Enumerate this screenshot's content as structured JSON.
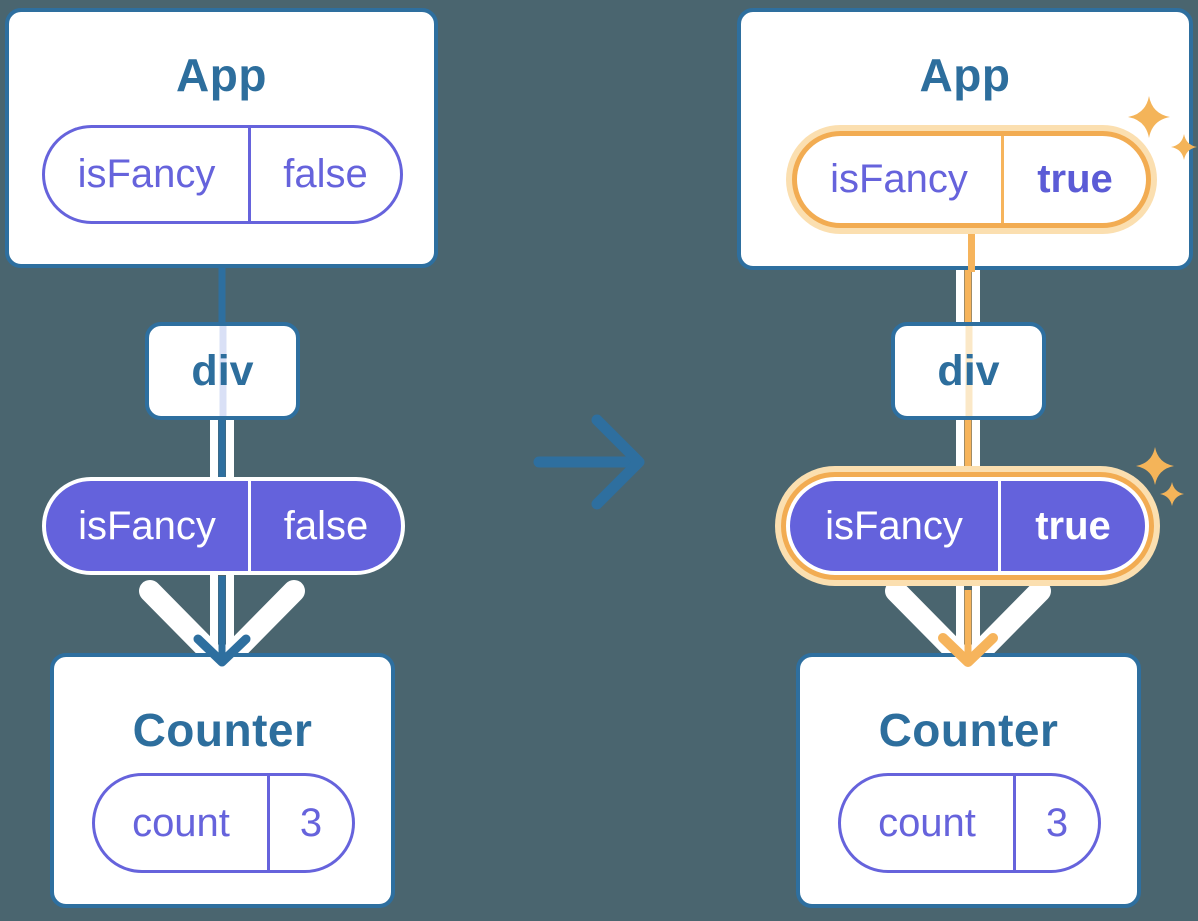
{
  "diagram": {
    "description": "React state tree before and after isFancy toggles",
    "background_color": "#4A656F",
    "colors": {
      "card_border_blue": "#2E6F9F",
      "title_blue": "#2D6E9D",
      "purple": "#6663DC",
      "purple_fill": "#6462DC",
      "orange_highlight": "#F6B45C",
      "orange_glow": "#FBDFB0"
    },
    "before": {
      "app": {
        "title": "App",
        "state_key": "isFancy",
        "state_value": "false"
      },
      "middle": {
        "label": "div"
      },
      "prop": {
        "key": "isFancy",
        "value": "false"
      },
      "counter": {
        "title": "Counter",
        "state_key": "count",
        "state_value": "3"
      }
    },
    "after": {
      "app": {
        "title": "App",
        "state_key": "isFancy",
        "state_value": "true"
      },
      "middle": {
        "label": "div"
      },
      "prop": {
        "key": "isFancy",
        "value": "true"
      },
      "counter": {
        "title": "Counter",
        "state_key": "count",
        "state_value": "3"
      }
    },
    "icons": {
      "transition": "arrow-right-icon",
      "prop_flow": "chevron-down-arrow-icon",
      "highlight": "sparkle-icon"
    }
  }
}
